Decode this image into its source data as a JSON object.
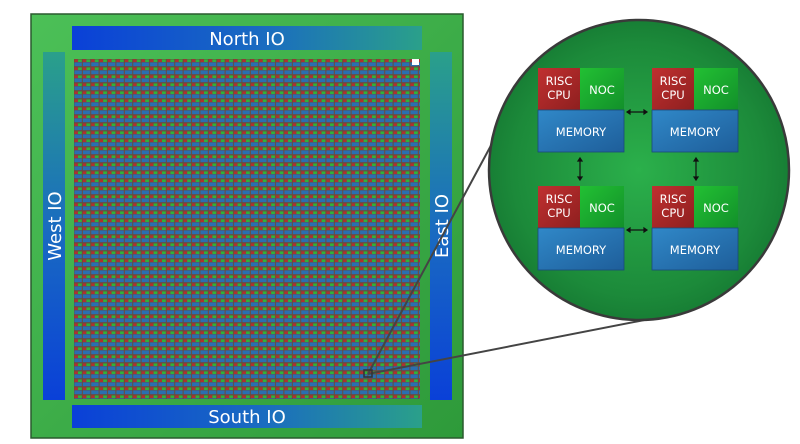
{
  "io": {
    "north": "North IO",
    "south": "South IO",
    "west": "West IO",
    "east": "East IO"
  },
  "tile": {
    "risc_line1": "RISC",
    "risc_line2": "CPU",
    "noc": "NOC",
    "memory": "MEMORY"
  },
  "grid": {
    "rows": 41,
    "cols": 41
  },
  "colors": {
    "board": "#3fae4a",
    "board_edge": "#2a7a33",
    "io_blue": "#0a47d6",
    "io_teal": "#2b9a8a",
    "risc": "#b42a2a",
    "noc": "#19a62a",
    "memory": "#2a78b8",
    "zoom_circle": "#1f9a3e"
  }
}
